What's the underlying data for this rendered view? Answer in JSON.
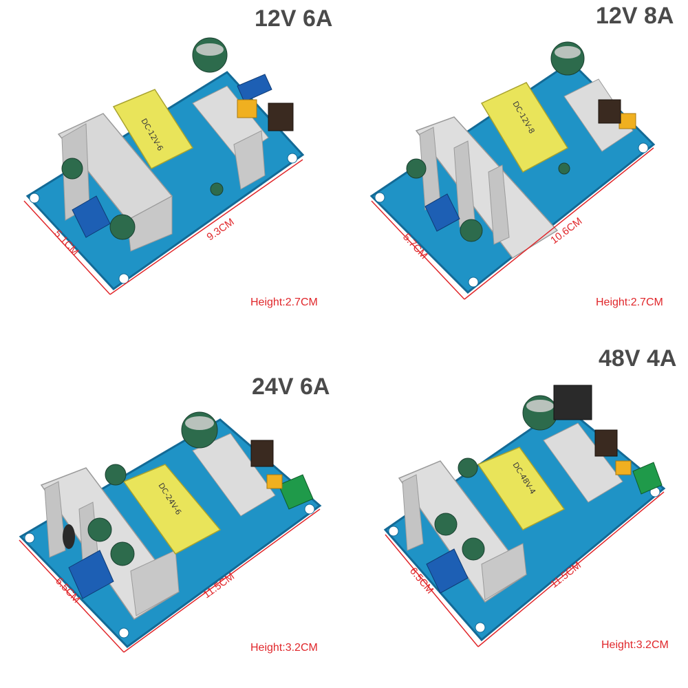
{
  "colors": {
    "pcb": "#1f93c6",
    "pcb_dark": "#136a96",
    "heatsink": "#d8d8d8",
    "transformer": "#e9e45a",
    "capacitor": "#2d6b4c",
    "terminal_blue": "#1d5fb4",
    "terminal_green": "#1f9a4a",
    "dimension": "#e0262a",
    "title": "#4a4a4a"
  },
  "modules": [
    {
      "title": "12V 6A",
      "width_label": "5.1CM",
      "length_label": "9.3CM",
      "height_label": "Height:2.7CM",
      "transformer_label": "DC-12V-6"
    },
    {
      "title": "12V 8A",
      "width_label": "5.7CM",
      "length_label": "10.6CM",
      "height_label": "Height:2.7CM",
      "transformer_label": "DC-12V-8"
    },
    {
      "title": "24V 6A",
      "width_label": "6.5CM",
      "length_label": "11.5CM",
      "height_label": "Height:3.2CM",
      "transformer_label": "DC-24V-6"
    },
    {
      "title": "48V 4A",
      "width_label": "6.5CM",
      "length_label": "11.5CM",
      "height_label": "Height:3.2CM",
      "transformer_label": "DC-48V-4"
    }
  ]
}
